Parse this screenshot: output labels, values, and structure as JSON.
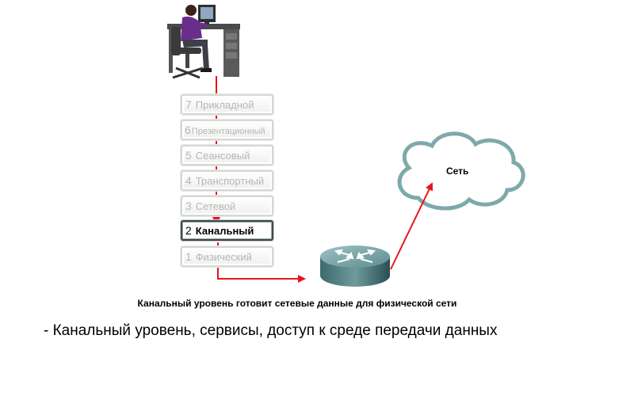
{
  "layers": [
    {
      "num": "7",
      "name": "Прикладной"
    },
    {
      "num": "6",
      "name": "Презентационный"
    },
    {
      "num": "5",
      "name": "Сеансовый"
    },
    {
      "num": "4",
      "name": "Транспортный"
    },
    {
      "num": "3",
      "name": "Сетевой"
    },
    {
      "num": "2",
      "name": "Канальный"
    },
    {
      "num": "1",
      "name": "Физический"
    }
  ],
  "active_layer": "2",
  "cloud_label": "Сеть",
  "caption": "Канальный уровень готовит сетевые данные для физической сети",
  "bullet": "- Канальный уровень, сервисы, доступ к среде передачи данных",
  "colors": {
    "arrow": "#e8141b",
    "router_top": "#6f9a9c",
    "router_side": "#2f5a5e",
    "cloud_outline": "#7ea9ab"
  }
}
